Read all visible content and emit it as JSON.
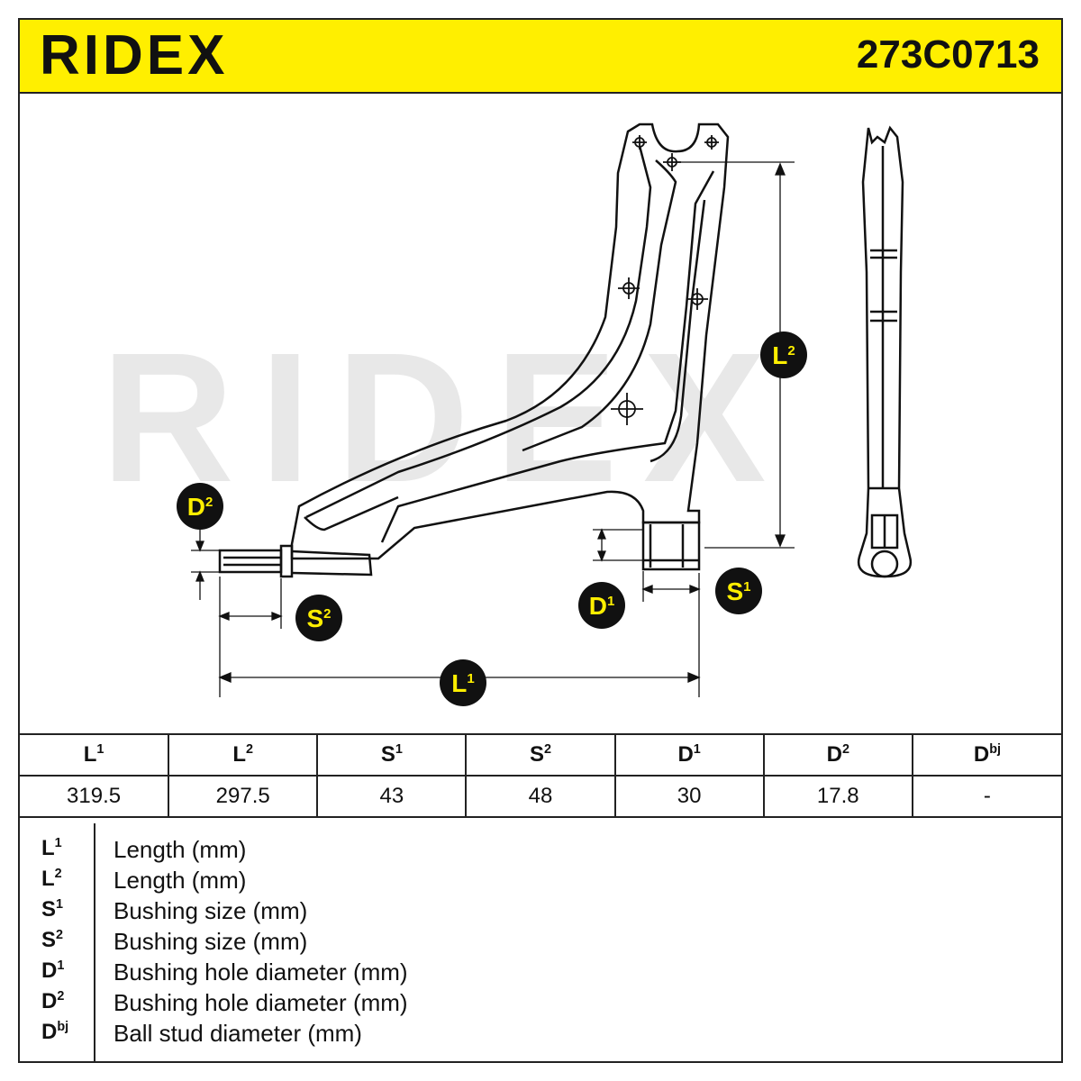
{
  "header": {
    "brand": "RIDEX",
    "part_number": "273C0713"
  },
  "drawing": {
    "watermark": "RIDEX",
    "callouts": {
      "L1": {
        "base": "L",
        "sup": "1"
      },
      "L2": {
        "base": "L",
        "sup": "2"
      },
      "S1": {
        "base": "S",
        "sup": "1"
      },
      "S2": {
        "base": "S",
        "sup": "2"
      },
      "D1": {
        "base": "D",
        "sup": "1"
      },
      "D2": {
        "base": "D",
        "sup": "2"
      }
    },
    "colors": {
      "callout_fill": "#111111",
      "callout_text": "#ffef00",
      "watermark": "#e6e6e6",
      "brand_yellow": "#ffef00"
    }
  },
  "table": {
    "headers": [
      {
        "base": "L",
        "sup": "1"
      },
      {
        "base": "L",
        "sup": "2"
      },
      {
        "base": "S",
        "sup": "1"
      },
      {
        "base": "S",
        "sup": "2"
      },
      {
        "base": "D",
        "sup": "1"
      },
      {
        "base": "D",
        "sup": "2"
      },
      {
        "base": "D",
        "sup": "bj"
      }
    ],
    "values": [
      "319.5",
      "297.5",
      "43",
      "48",
      "30",
      "17.8",
      "-"
    ]
  },
  "legend": [
    {
      "base": "L",
      "sup": "1",
      "desc": "Length (mm)"
    },
    {
      "base": "L",
      "sup": "2",
      "desc": "Length (mm)"
    },
    {
      "base": "S",
      "sup": "1",
      "desc": "Bushing size (mm)"
    },
    {
      "base": "S",
      "sup": "2",
      "desc": "Bushing size (mm)"
    },
    {
      "base": "D",
      "sup": "1",
      "desc": "Bushing hole diameter (mm)"
    },
    {
      "base": "D",
      "sup": "2",
      "desc": "Bushing hole diameter (mm)"
    },
    {
      "base": "D",
      "sup": "bj",
      "desc": "Ball stud diameter (mm)"
    }
  ]
}
